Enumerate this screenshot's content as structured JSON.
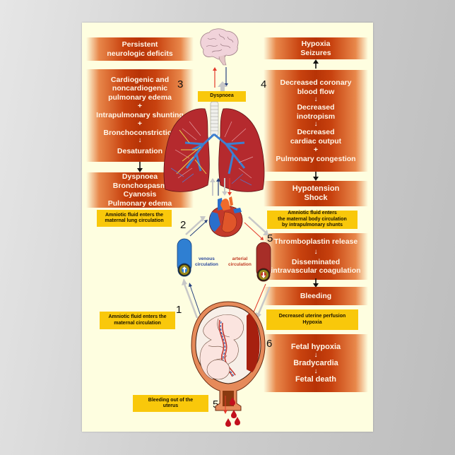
{
  "poster": {
    "background_color": "#fefee0",
    "accent_box_color": "#b73306",
    "callout_color": "#f9c80b"
  },
  "left_column": {
    "box1": {
      "lines": [
        "Persistent",
        "neurologic deficits"
      ]
    },
    "box2": {
      "lines": [
        "Cardiogenic and",
        "noncardiogenic",
        "pulmonary edema",
        "+",
        "Intrapulmonary shunting",
        "+",
        "Bronchoconstriction",
        "↓",
        "Desaturation"
      ]
    },
    "box3": {
      "lines": [
        "Dyspnoea",
        "Bronchospasm",
        "Cyanosis",
        "Pulmonary edema"
      ]
    },
    "callout_lung": {
      "lines": [
        "Amniotic fluid enters the",
        "maternal lung circulation"
      ]
    },
    "callout_maternal": {
      "lines": [
        "Amniotic fluid enters the",
        "maternal circulation"
      ]
    },
    "callout_bleeding": {
      "lines": [
        "Bleeding out of the",
        "uterus"
      ]
    }
  },
  "right_column": {
    "box1": {
      "lines": [
        "Hypoxia",
        "Seizures"
      ]
    },
    "box2": {
      "lines": [
        "Decreased coronary",
        "blood flow",
        "↓",
        "Decreased",
        "inotropism",
        "↓",
        "Decreased",
        "cardiac output",
        "+",
        "Pulmonary congestion"
      ]
    },
    "box3": {
      "lines": [
        "Hypotension",
        "Shock"
      ]
    },
    "callout_body": {
      "lines": [
        "Amniotic fluid enters",
        "the maternal body circulation",
        "by intrapulmonary shunts"
      ]
    },
    "box4": {
      "lines": [
        "Thromboplastin release",
        "↓",
        "Disseminated",
        "intravascular coagulation"
      ]
    },
    "box5": {
      "lines": [
        "Bleeding"
      ]
    },
    "callout_uterine": {
      "lines": [
        "Decreased uterine perfusion",
        "Hypoxia"
      ]
    },
    "box6": {
      "lines": [
        "Fetal hypoxia",
        "↓",
        "Bradycardia",
        "↓",
        "Fetal death"
      ]
    }
  },
  "center": {
    "dyspnoea_label": "Dyspnoea",
    "venous_label": [
      "venous",
      "circulation"
    ],
    "arterial_label": [
      "arterial",
      "circulation"
    ],
    "illustrations": [
      "brain",
      "lungs",
      "heart",
      "vein",
      "artery",
      "uterus-with-fetus",
      "blood-drops"
    ]
  },
  "step_numbers": {
    "n3": "3",
    "n4": "4",
    "n2": "2",
    "n5_heart": "5",
    "n1": "1",
    "n6": "6",
    "n5_uterus": "5"
  }
}
